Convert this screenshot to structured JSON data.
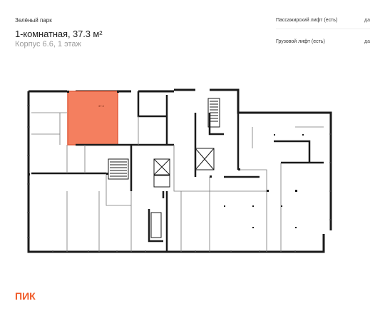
{
  "listing": {
    "complex_name": "Зелёный парк",
    "title": "1-комнатная, 37.3 м²",
    "subtitle": "Корпус 6.6, 1 этаж"
  },
  "amenities": [
    {
      "label": "Пассажирский лифт (есть)",
      "value": "да"
    },
    {
      "label": "Грузовой лифт (есть)",
      "value": "да"
    }
  ],
  "floorplan": {
    "highlighted_unit_area": "37.3"
  },
  "brand": {
    "logo_text": "ПИК",
    "logo_color": "#f05a28"
  },
  "colors": {
    "unit_fill": "#f47f5f",
    "unit_stroke": "#e15b3a",
    "walls": "#1a1a1a",
    "thin_lines": "#777777"
  }
}
